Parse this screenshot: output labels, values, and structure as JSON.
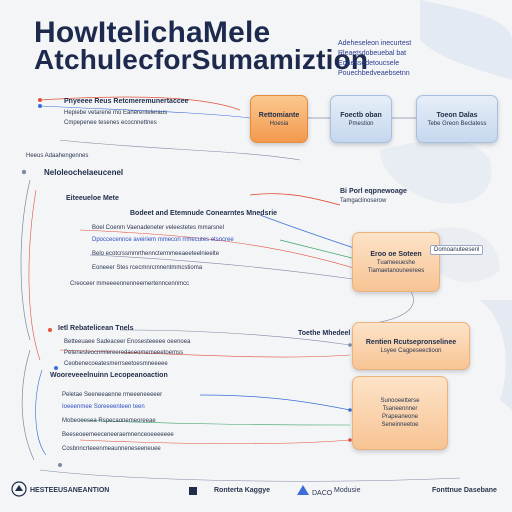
{
  "title": {
    "line1": "HowItelichaMele",
    "line2": "AtchulecforSumamiztion"
  },
  "top_notes": [
    "Adeheseleon inecurtest",
    "Rleaetsdobeuebal bat",
    "Eoaessedetoucsele",
    "Pouechbedveaebsetnn"
  ],
  "top_cards": [
    {
      "l1": "Rettomiante",
      "l2": "Hoesia"
    },
    {
      "l1": "Foectb oban",
      "l2": "Pmestion"
    },
    {
      "l1": "Toeon Dalas",
      "l2": "Tebe Greon Beclatess"
    }
  ],
  "header_block": [
    "Pnyeeee Reus Retcmeremunertaccee",
    "Hepiebe vetarene mo Eanerenteleraus",
    "Cmpepenee tesenes ecocnnettnes"
  ],
  "section_a": {
    "label": "Heeus Adaahengennes",
    "heading": "NeloleocheIaeucenel",
    "subheading": "Eiteeueloe Mete",
    "columns": "Bodeet and Etemnude Conearntes Mnedsrie"
  },
  "section_a_rows": [
    "Boel Coenm Vaenadeneter veleestetes mmarsnel",
    "Dpoccecennce aveiriem mmecon rrmecutes etsncree",
    "Belo ecotcrssmmrthennctermmeeaeeteelnieelte",
    "Eoneeer Stes rcecmnrcmnentmmcstioma",
    "Creoceer mmeeeennenneemertenncennmcc"
  ],
  "callout_a": {
    "l1": "Bi Porl eqpnewoage",
    "l2": "Tamgaclinoserow"
  },
  "mid_right_card": {
    "l1": "Eroo oe Soteen",
    "l2": "Tuameeueshe Tiamaetanouneerees"
  },
  "mid_right_chip": "Domoanuteesenl",
  "section_b": {
    "label": "Ietl Rebatelicean Tnels",
    "model": "Toethe Mhedeel Moaten",
    "rows": [
      "Betteeuaee Sadeaceer Enosesteeeee oeenoea",
      "Petenesleocnmlereeredaceomemeeetoemss",
      "Ceobenecoeatesmerrseetoesmneeeee"
    ]
  },
  "lower_card": {
    "l1": "Rentien Rcutsepronselinee",
    "l2": "Lsyee Cagpeseectioon"
  },
  "section_c": {
    "label": "Wooreveeelnuinn Lecopeanoaction",
    "rows": [
      "Peletae Seeneeaenne rmeeeneeeeer",
      "Ioeeenmee Soreeeenteen teen",
      "Mobeoeesea Rspecaonemeoreeae",
      "Beeseoeemeeceneeraemnenceoeeeeeee",
      "Cosbnncrteeenmeaunneneseeneuee"
    ]
  },
  "lower_right_panel": [
    "Sunooeetterse",
    "Tsaneennner",
    "Prapeaneone",
    "Seneinneetoe"
  ],
  "footer": {
    "brand": "HESTEEUSANEANTION",
    "center": "Ronterta Kaggye",
    "right1": "DACO",
    "right2": "Modusie",
    "far_right": "Fonttnue Dasebane"
  },
  "colors": {
    "navy": "#1f2d4a",
    "orange": "#f39a4e",
    "blue": "#c6d7ee",
    "accent_red": "#e0523a",
    "accent_blue": "#3b6ed8",
    "accent_green": "#38a36a"
  }
}
